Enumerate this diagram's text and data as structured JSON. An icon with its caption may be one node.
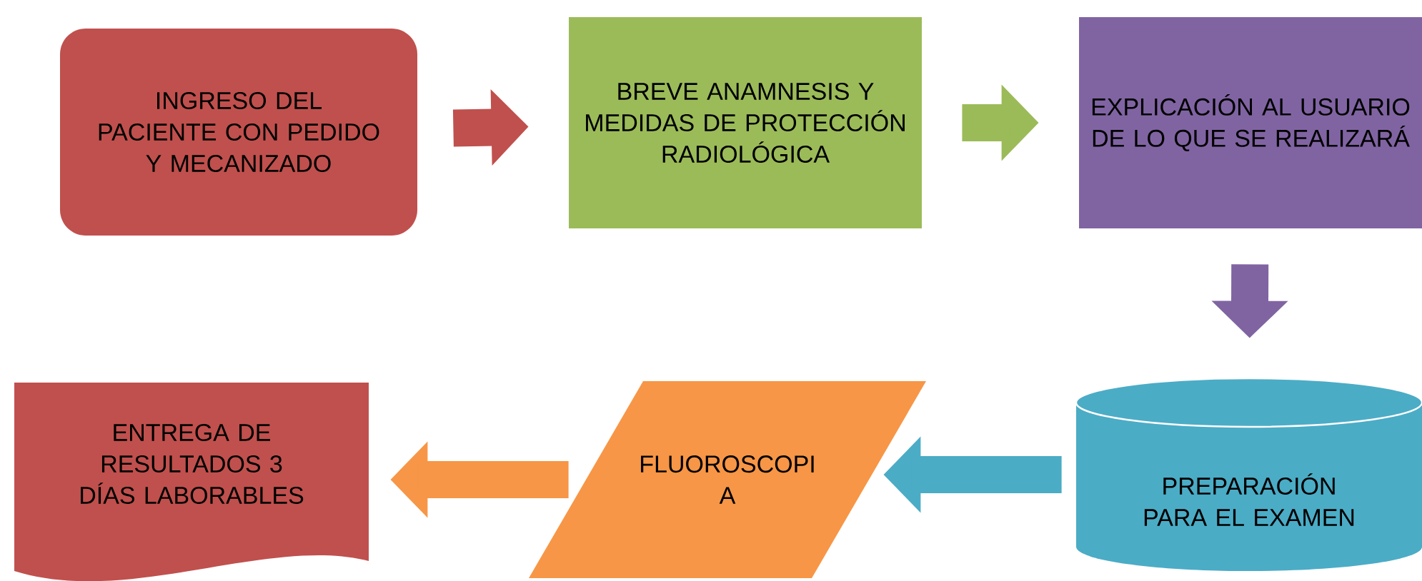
{
  "diagram": {
    "nodes": [
      {
        "text": [
          "INGRESO DEL PACIENTE CON PEDIDO Y MECANIZADO"
        ]
      },
      {
        "text": [
          "BREVE ANAMNESIS Y MEDIDAS DE PROTECCIÓN RADIOLÓGICA"
        ]
      },
      {
        "text": [
          "EXPLICACIÓN AL USUARIO DE LO QUE SE REALIZARÁ"
        ]
      },
      {
        "text": [
          "PREPARACIÓN PARA EL EXAMEN"
        ]
      },
      {
        "text": [
          "FLUOROSCOPI A"
        ]
      },
      {
        "text": [
          "ENTREGA DE RESULTADOS 3 DÍAS LABORABLES"
        ]
      }
    ],
    "edges": [
      {
        "from": 0,
        "to": 1,
        "arrow": "to",
        "color": "#c0504d"
      },
      {
        "from": 1,
        "to": 2,
        "arrow": "to",
        "color": "#9bbb59"
      },
      {
        "from": 2,
        "to": 3,
        "arrow": "to",
        "color": "#8064a2"
      },
      {
        "from": 3,
        "to": 4,
        "arrow": "to",
        "color": "#4bacc6"
      },
      {
        "from": 4,
        "to": 5,
        "arrow": "to",
        "color": "#f79646"
      }
    ]
  }
}
